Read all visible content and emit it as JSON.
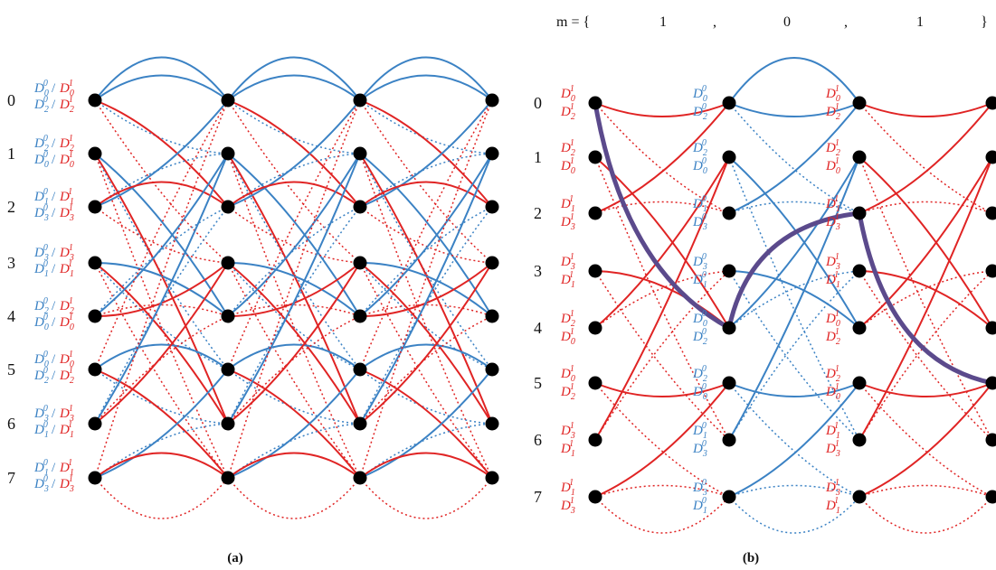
{
  "colors": {
    "blue": "#3b82c4",
    "red": "#e02424",
    "purple": "#5b4a8c",
    "node": "#000000"
  },
  "panel_a": {
    "caption": "(a)",
    "row_numbers": [
      "0",
      "1",
      "2",
      "3",
      "4",
      "5",
      "6",
      "7"
    ],
    "row_labels": [
      [
        {
          "b": "D",
          "bsub": "0",
          "bsup": "0",
          "r": "D",
          "rsub": "0",
          "rsup": "1"
        },
        {
          "b": "D",
          "bsub": "2",
          "bsup": "0",
          "r": "D",
          "rsub": "2",
          "rsup": "1"
        }
      ],
      [
        {
          "b": "D",
          "bsub": "2",
          "bsup": "0",
          "r": "D",
          "rsub": "2",
          "rsup": "1"
        },
        {
          "b": "D",
          "bsub": "0",
          "bsup": "0",
          "r": "D",
          "rsub": "0",
          "rsup": "1"
        }
      ],
      [
        {
          "b": "D",
          "bsub": "1",
          "bsup": "0",
          "r": "D",
          "rsub": "1",
          "rsup": "1"
        },
        {
          "b": "D",
          "bsub": "3",
          "bsup": "0",
          "r": "D",
          "rsub": "3",
          "rsup": "1"
        }
      ],
      [
        {
          "b": "D",
          "bsub": "3",
          "bsup": "0",
          "r": "D",
          "rsub": "3",
          "rsup": "1"
        },
        {
          "b": "D",
          "bsub": "1",
          "bsup": "0",
          "r": "D",
          "rsub": "1",
          "rsup": "1"
        }
      ],
      [
        {
          "b": "D",
          "bsub": "2",
          "bsup": "0",
          "r": "D",
          "rsub": "2",
          "rsup": "1"
        },
        {
          "b": "D",
          "bsub": "0",
          "bsup": "0",
          "r": "D",
          "rsub": "0",
          "rsup": "1"
        }
      ],
      [
        {
          "b": "D",
          "bsub": "0",
          "bsup": "0",
          "r": "D",
          "rsub": "0",
          "rsup": "1"
        },
        {
          "b": "D",
          "bsub": "2",
          "bsup": "0",
          "r": "D",
          "rsub": "2",
          "rsup": "1"
        }
      ],
      [
        {
          "b": "D",
          "bsub": "3",
          "bsup": "0",
          "r": "D",
          "rsub": "3",
          "rsup": "1"
        },
        {
          "b": "D",
          "bsub": "1",
          "bsup": "0",
          "r": "D",
          "rsub": "1",
          "rsup": "1"
        }
      ],
      [
        {
          "b": "D",
          "bsub": "1",
          "bsup": "0",
          "r": "D",
          "rsub": "1",
          "rsup": "1"
        },
        {
          "b": "D",
          "bsub": "3",
          "bsup": "0",
          "r": "D",
          "rsub": "3",
          "rsup": "1"
        }
      ]
    ]
  },
  "panel_b": {
    "caption": "(b)",
    "message_label": "m = {",
    "message_bits": [
      "1",
      ",",
      "0",
      ",",
      "1",
      "}"
    ],
    "row_numbers": [
      "0",
      "1",
      "2",
      "3",
      "4",
      "5",
      "6",
      "7"
    ],
    "col1_labels": [
      [
        "D",
        "0",
        "1",
        "D",
        "2",
        "1"
      ],
      [
        "D",
        "2",
        "1",
        "D",
        "0",
        "1"
      ],
      [
        "D",
        "1",
        "1",
        "D",
        "3",
        "1"
      ],
      [
        "D",
        "3",
        "1",
        "D",
        "1",
        "1"
      ],
      [
        "D",
        "2",
        "1",
        "D",
        "0",
        "1"
      ],
      [
        "D",
        "0",
        "1",
        "D",
        "2",
        "1"
      ],
      [
        "D",
        "3",
        "1",
        "D",
        "1",
        "1"
      ],
      [
        "D",
        "1",
        "1",
        "D",
        "3",
        "1"
      ]
    ],
    "col2_labels": [
      [
        "D",
        "0",
        "0",
        "D",
        "2",
        "0"
      ],
      [
        "D",
        "2",
        "0",
        "D",
        "0",
        "0"
      ],
      [
        "D",
        "1",
        "0",
        "D",
        "3",
        "0"
      ],
      [
        "D",
        "3",
        "0",
        "D",
        "1",
        "0"
      ],
      [
        "D",
        "0",
        "0",
        "D",
        "2",
        "0"
      ],
      [
        "D",
        "2",
        "0",
        "D",
        "0",
        "0"
      ],
      [
        "D",
        "1",
        "0",
        "D",
        "3",
        "0"
      ],
      [
        "D",
        "3",
        "0",
        "D",
        "1",
        "0"
      ]
    ],
    "col3_labels": [
      [
        "D",
        "0",
        "1",
        "D",
        "2",
        "1"
      ],
      [
        "D",
        "2",
        "1",
        "D",
        "0",
        "1"
      ],
      [
        "D",
        "1",
        "1",
        "D",
        "3",
        "1"
      ],
      [
        "D",
        "3",
        "1",
        "D",
        "1",
        "1"
      ],
      [
        "D",
        "0",
        "1",
        "D",
        "2",
        "1"
      ],
      [
        "D",
        "2",
        "1",
        "D",
        "0",
        "1"
      ],
      [
        "D",
        "1",
        "1",
        "D",
        "3",
        "1"
      ],
      [
        "D",
        "3",
        "1",
        "D",
        "1",
        "1"
      ]
    ]
  }
}
